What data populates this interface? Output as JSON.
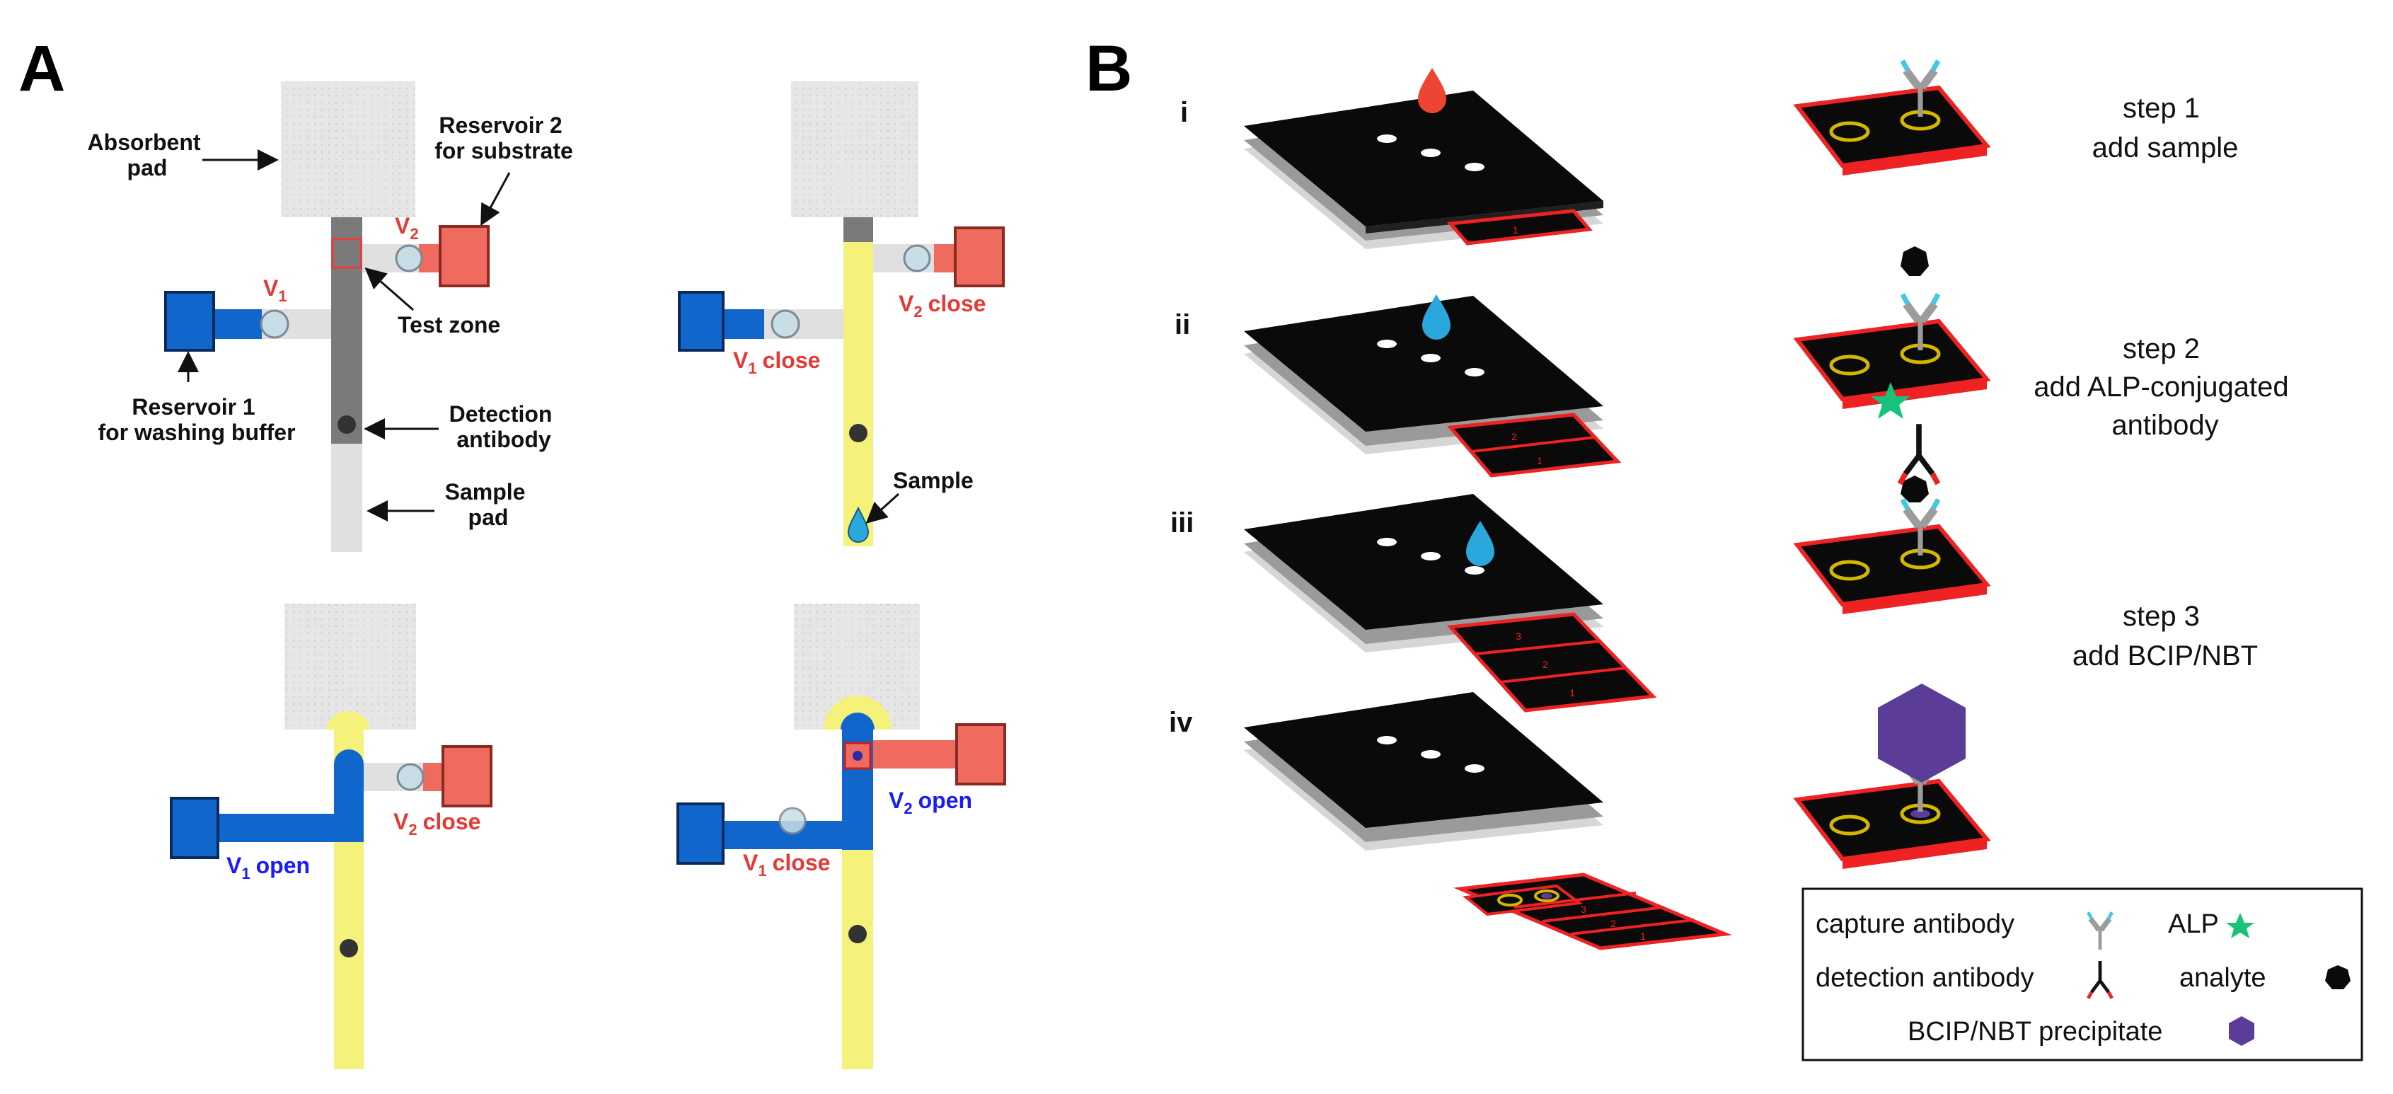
{
  "panel_labels": {
    "a": "A",
    "b": "B"
  },
  "panel_a": {
    "labels": {
      "absorbent_pad": [
        "Absorbent",
        "pad"
      ],
      "reservoir2": [
        "Reservoir 2",
        "for substrate"
      ],
      "v1": "V",
      "v2": "V",
      "v1_sub": "1",
      "v2_sub": "2",
      "test_zone": "Test zone",
      "reservoir1": [
        "Reservoir 1",
        "for washing buffer"
      ],
      "detection_antibody": [
        "Detection",
        "antibody"
      ],
      "sample_pad": [
        "Sample",
        "pad"
      ],
      "sample": "Sample",
      "close": "close",
      "open": "open"
    },
    "colors": {
      "pad": "#e6e6e6",
      "strip_gray": "#7a7a7a",
      "strip_light": "#e0e0e0",
      "blue": "#1166cc",
      "red": "#ef6a5f",
      "yellow": "#f4f27a",
      "valve": "#c9dde6",
      "close_text": "#e53935",
      "open_text": "#1a1aff"
    }
  },
  "panel_b": {
    "rows": [
      "i",
      "ii",
      "iii",
      "iv"
    ],
    "chip_numbers": [
      "1",
      "2",
      "3"
    ],
    "steps": [
      {
        "title": "step 1",
        "lines": [
          "add sample"
        ]
      },
      {
        "title": "step 2",
        "lines": [
          "add ALP-conjugated",
          "antibody"
        ]
      },
      {
        "title": "step 3",
        "lines": [
          "add BCIP/NBT"
        ]
      }
    ],
    "legend": {
      "capture_antibody": "capture antibody",
      "alp": "ALP",
      "detection_antibody": "detection antibody",
      "analyte": "analyte",
      "precipitate": "BCIP/NBT precipitate"
    },
    "colors": {
      "device_top": "#0a0a0a",
      "layer_gray": "#9a9a9a",
      "layer_light": "#d6d6d6",
      "red": "#ee2222",
      "drop_red": "#ee4433",
      "drop_blue": "#2aa8de",
      "gold": "#d4b800",
      "cyan": "#44c8e0",
      "alp_green": "#17c27a",
      "purple": "#5b3d97"
    }
  }
}
